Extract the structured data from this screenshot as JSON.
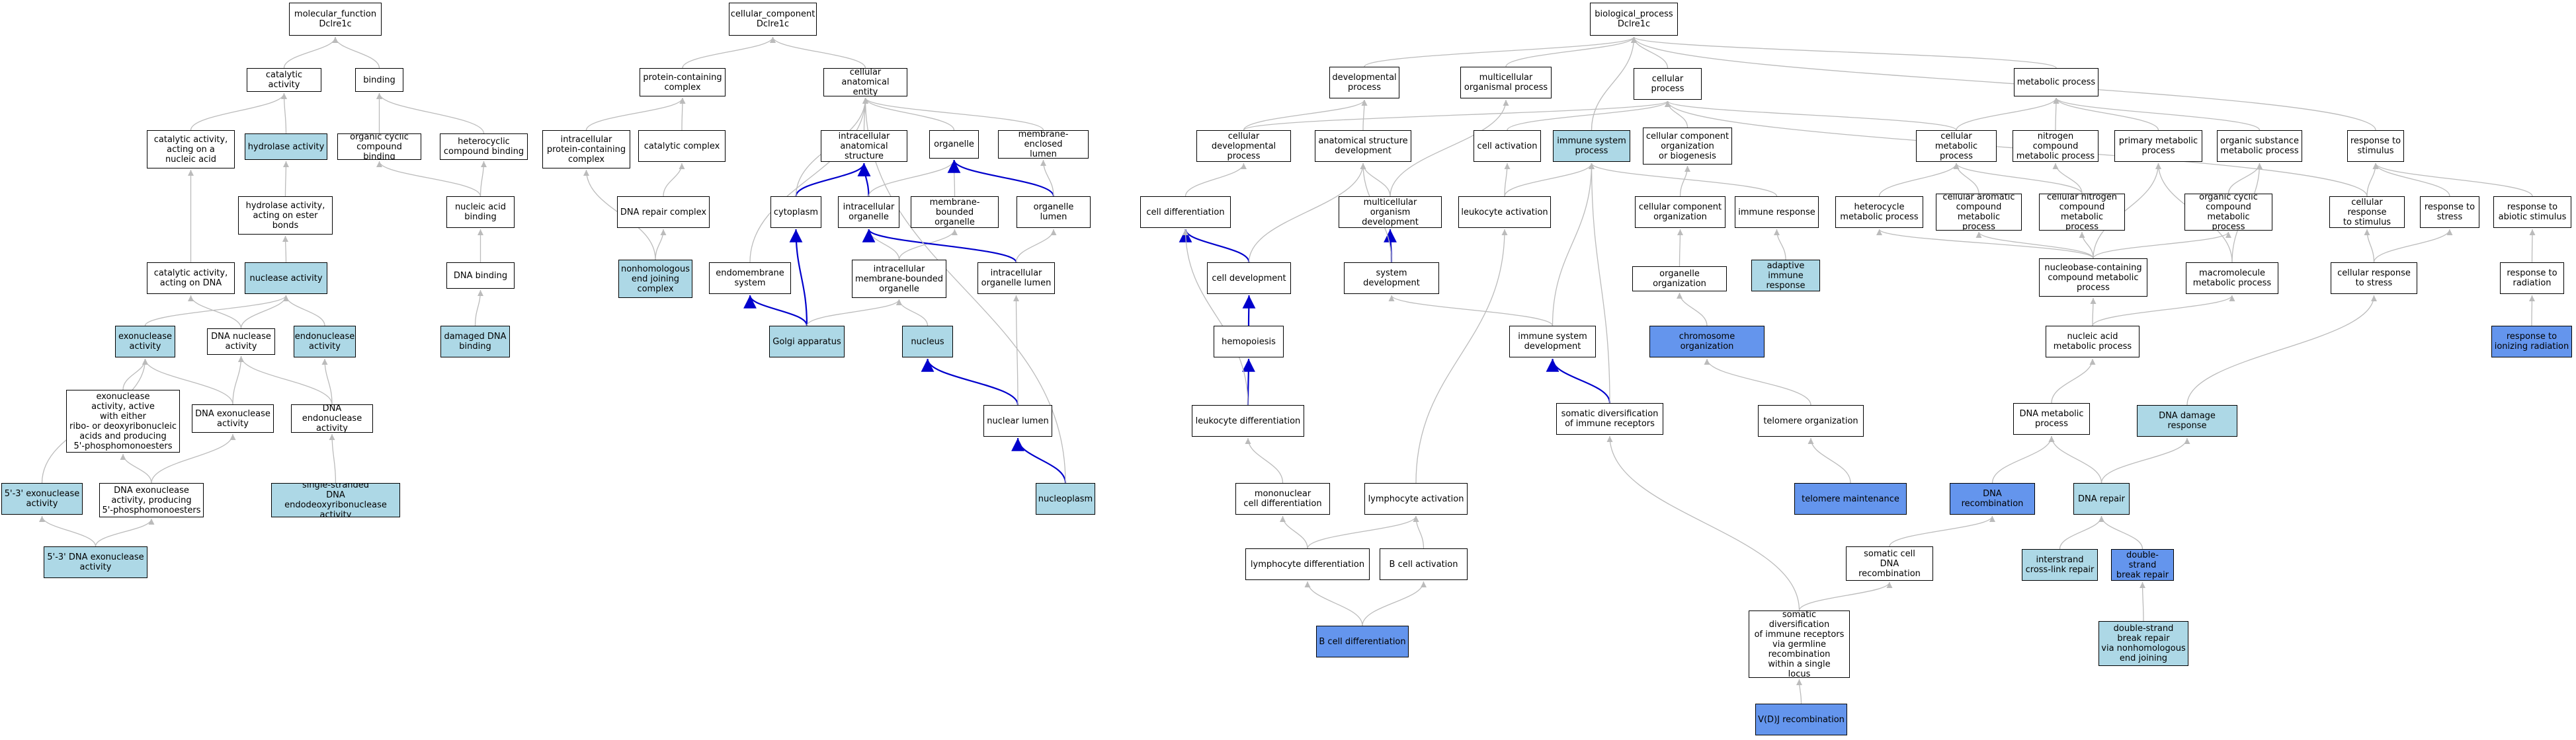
{
  "colors": {
    "default": "#ffffff",
    "light": "#add8e6",
    "dark": "#6495ed",
    "edge_gray": "#bbbbbb",
    "edge_blue": "#0000cc"
  },
  "nodes": [
    {
      "id": "mf",
      "label": "molecular_function\nDclre1c",
      "fill": "default"
    },
    {
      "id": "cat",
      "label": "catalytic activity",
      "fill": "default"
    },
    {
      "id": "binding",
      "label": "binding",
      "fill": "default"
    },
    {
      "id": "catna",
      "label": "catalytic activity,\nacting on a\nnucleic acid",
      "fill": "default"
    },
    {
      "id": "hyd",
      "label": "hydrolase activity",
      "fill": "light"
    },
    {
      "id": "ocb",
      "label": "organic cyclic\ncompound binding",
      "fill": "default"
    },
    {
      "id": "hcb",
      "label": "heterocyclic\ncompound binding",
      "fill": "default"
    },
    {
      "id": "hydester",
      "label": "hydrolase activity,\nacting on ester\nbonds",
      "fill": "default"
    },
    {
      "id": "nab",
      "label": "nucleic acid\nbinding",
      "fill": "default"
    },
    {
      "id": "catdna",
      "label": "catalytic activity,\nacting on DNA",
      "fill": "default"
    },
    {
      "id": "nuclease",
      "label": "nuclease activity",
      "fill": "light"
    },
    {
      "id": "dnab",
      "label": "DNA binding",
      "fill": "default"
    },
    {
      "id": "exo",
      "label": "exonuclease\nactivity",
      "fill": "light"
    },
    {
      "id": "dnanuc",
      "label": "DNA nuclease\nactivity",
      "fill": "default"
    },
    {
      "id": "endo",
      "label": "endonuclease\nactivity",
      "fill": "light"
    },
    {
      "id": "damdna",
      "label": "damaged DNA\nbinding",
      "fill": "light"
    },
    {
      "id": "exoribo",
      "label": "exonuclease\nactivity, active\nwith either\nribo- or deoxyribonucleic\nacids and producing\n5'-phosphomonoesters",
      "fill": "default"
    },
    {
      "id": "dnaexo",
      "label": "DNA exonuclease\nactivity",
      "fill": "default"
    },
    {
      "id": "dnaendo",
      "label": "DNA endonuclease\nactivity",
      "fill": "default"
    },
    {
      "id": "exo53",
      "label": "5'-3' exonuclease\nactivity",
      "fill": "light"
    },
    {
      "id": "dnaexo5p",
      "label": "DNA exonuclease\nactivity, producing\n5'-phosphomonoesters",
      "fill": "default"
    },
    {
      "id": "ssendo",
      "label": "single-stranded\nDNA endodeoxyribonuclease\nactivity",
      "fill": "light"
    },
    {
      "id": "dnaexo53",
      "label": "5'-3' DNA exonuclease\nactivity",
      "fill": "light"
    },
    {
      "id": "cc",
      "label": "cellular_component\nDclre1c",
      "fill": "default"
    },
    {
      "id": "pcc",
      "label": "protein-containing\ncomplex",
      "fill": "default"
    },
    {
      "id": "cae",
      "label": "cellular anatomical\nentity",
      "fill": "default"
    },
    {
      "id": "ipcc",
      "label": "intracellular\nprotein-containing\ncomplex",
      "fill": "default"
    },
    {
      "id": "catcomp",
      "label": "catalytic complex",
      "fill": "default"
    },
    {
      "id": "ias",
      "label": "intracellular\nanatomical structure",
      "fill": "default"
    },
    {
      "id": "organelle",
      "label": "organelle",
      "fill": "default"
    },
    {
      "id": "memencl",
      "label": "membrane-enclosed\nlumen",
      "fill": "default"
    },
    {
      "id": "dnarc",
      "label": "DNA repair complex",
      "fill": "default"
    },
    {
      "id": "cytoplasm",
      "label": "cytoplasm",
      "fill": "default"
    },
    {
      "id": "intorg",
      "label": "intracellular\norganelle",
      "fill": "default"
    },
    {
      "id": "mbo",
      "label": "membrane-bounded\norganelle",
      "fill": "default"
    },
    {
      "id": "orglumen",
      "label": "organelle lumen",
      "fill": "default"
    },
    {
      "id": "nhej",
      "label": "nonhomologous\nend joining\ncomplex",
      "fill": "light"
    },
    {
      "id": "endosys",
      "label": "endomembrane\nsystem",
      "fill": "default"
    },
    {
      "id": "imbo",
      "label": "intracellular\nmembrane-bounded\norganelle",
      "fill": "default"
    },
    {
      "id": "iol",
      "label": "intracellular\norganelle lumen",
      "fill": "default"
    },
    {
      "id": "golgi",
      "label": "Golgi apparatus",
      "fill": "light"
    },
    {
      "id": "nucleus",
      "label": "nucleus",
      "fill": "light"
    },
    {
      "id": "nuclumen",
      "label": "nuclear lumen",
      "fill": "default"
    },
    {
      "id": "nucleoplasm",
      "label": "nucleoplasm",
      "fill": "light"
    },
    {
      "id": "bp",
      "label": "biological_process\nDclre1c",
      "fill": "default"
    },
    {
      "id": "devproc",
      "label": "developmental\nprocess",
      "fill": "default"
    },
    {
      "id": "mop",
      "label": "multicellular\norganismal process",
      "fill": "default"
    },
    {
      "id": "cellproc",
      "label": "cellular process",
      "fill": "default"
    },
    {
      "id": "metproc",
      "label": "metabolic process",
      "fill": "default"
    },
    {
      "id": "celldev",
      "label": "cellular developmental\nprocess",
      "fill": "default"
    },
    {
      "id": "asd",
      "label": "anatomical structure\ndevelopment",
      "fill": "default"
    },
    {
      "id": "cellact",
      "label": "cell activation",
      "fill": "default"
    },
    {
      "id": "isp",
      "label": "immune system\nprocess",
      "fill": "light"
    },
    {
      "id": "ccob",
      "label": "cellular component\norganization\nor biogenesis",
      "fill": "default"
    },
    {
      "id": "cmp",
      "label": "cellular metabolic\nprocess",
      "fill": "default"
    },
    {
      "id": "ncmp",
      "label": "nitrogen compound\nmetabolic process",
      "fill": "default"
    },
    {
      "id": "pmp",
      "label": "primary metabolic\nprocess",
      "fill": "default"
    },
    {
      "id": "osmp",
      "label": "organic substance\nmetabolic process",
      "fill": "default"
    },
    {
      "id": "rts",
      "label": "response to\nstimulus",
      "fill": "default"
    },
    {
      "id": "celldiff",
      "label": "cell differentiation",
      "fill": "default"
    },
    {
      "id": "mod",
      "label": "multicellular\norganism development",
      "fill": "default"
    },
    {
      "id": "leukact",
      "label": "leukocyte activation",
      "fill": "default"
    },
    {
      "id": "cco",
      "label": "cellular component\norganization",
      "fill": "default"
    },
    {
      "id": "immresp",
      "label": "immune response",
      "fill": "default"
    },
    {
      "id": "hmp",
      "label": "heterocycle\nmetabolic process",
      "fill": "default"
    },
    {
      "id": "cacmp",
      "label": "cellular aromatic\ncompound metabolic\nprocess",
      "fill": "default"
    },
    {
      "id": "cncmp",
      "label": "cellular nitrogen\ncompound metabolic\nprocess",
      "fill": "default"
    },
    {
      "id": "occmp",
      "label": "organic cyclic\ncompound metabolic\nprocess",
      "fill": "default"
    },
    {
      "id": "crs",
      "label": "cellular response\nto stimulus",
      "fill": "default"
    },
    {
      "id": "rtstress",
      "label": "response to\nstress",
      "fill": "default"
    },
    {
      "id": "ras",
      "label": "response to\nabiotic stimulus",
      "fill": "default"
    },
    {
      "id": "celldevel",
      "label": "cell development",
      "fill": "default"
    },
    {
      "id": "sysdev",
      "label": "system development",
      "fill": "default"
    },
    {
      "id": "orgorg",
      "label": "organelle organization",
      "fill": "default"
    },
    {
      "id": "air",
      "label": "adaptive immune\nresponse",
      "fill": "light"
    },
    {
      "id": "nbcmp",
      "label": "nucleobase-containing\ncompound metabolic\nprocess",
      "fill": "default"
    },
    {
      "id": "mmp",
      "label": "macromolecule\nmetabolic process",
      "fill": "default"
    },
    {
      "id": "crts",
      "label": "cellular response\nto stress",
      "fill": "default"
    },
    {
      "id": "rtrad",
      "label": "response to\nradiation",
      "fill": "default"
    },
    {
      "id": "hemato",
      "label": "hemopoiesis",
      "fill": "default"
    },
    {
      "id": "isd",
      "label": "immune system\ndevelopment",
      "fill": "default"
    },
    {
      "id": "chromorg",
      "label": "chromosome organization",
      "fill": "dark"
    },
    {
      "id": "namp",
      "label": "nucleic acid\nmetabolic process",
      "fill": "default"
    },
    {
      "id": "rtir",
      "label": "response to\nionizing radiation",
      "fill": "dark"
    },
    {
      "id": "leukdiff",
      "label": "leukocyte differentiation",
      "fill": "default"
    },
    {
      "id": "sdir",
      "label": "somatic diversification\nof immune receptors",
      "fill": "default"
    },
    {
      "id": "telorg",
      "label": "telomere organization",
      "fill": "default"
    },
    {
      "id": "dnamp",
      "label": "DNA metabolic\nprocess",
      "fill": "default"
    },
    {
      "id": "ddr",
      "label": "DNA damage response",
      "fill": "light"
    },
    {
      "id": "mcd",
      "label": "mononuclear\ncell differentiation",
      "fill": "default"
    },
    {
      "id": "lymphact",
      "label": "lymphocyte activation",
      "fill": "default"
    },
    {
      "id": "telmaint",
      "label": "telomere maintenance",
      "fill": "dark"
    },
    {
      "id": "dnarecomb",
      "label": "DNA recombination",
      "fill": "dark"
    },
    {
      "id": "dnarepair",
      "label": "DNA repair",
      "fill": "light"
    },
    {
      "id": "lymphdiff",
      "label": "lymphocyte differentiation",
      "fill": "default"
    },
    {
      "id": "bcellact",
      "label": "B cell activation",
      "fill": "default"
    },
    {
      "id": "scdr",
      "label": "somatic cell\nDNA recombination",
      "fill": "default"
    },
    {
      "id": "icl",
      "label": "interstrand\ncross-link repair",
      "fill": "light"
    },
    {
      "id": "dsb",
      "label": "double-strand\nbreak repair",
      "fill": "dark"
    },
    {
      "id": "bcelldiff",
      "label": "B cell differentiation",
      "fill": "dark"
    },
    {
      "id": "dsbnhej",
      "label": "double-strand\nbreak repair\nvia nonhomologous\nend joining",
      "fill": "light"
    },
    {
      "id": "sdirgerm",
      "label": "somatic diversification\nof immune receptors\nvia germline\nrecombination\nwithin a single\nlocus",
      "fill": "default"
    },
    {
      "id": "vdj",
      "label": "V(D)J recombination",
      "fill": "dark"
    }
  ],
  "edges": [
    [
      "cat",
      "mf",
      "gray"
    ],
    [
      "binding",
      "mf",
      "gray"
    ],
    [
      "catna",
      "cat",
      "gray"
    ],
    [
      "hyd",
      "cat",
      "gray"
    ],
    [
      "ocb",
      "binding",
      "gray"
    ],
    [
      "hcb",
      "binding",
      "gray"
    ],
    [
      "hydester",
      "hyd",
      "gray"
    ],
    [
      "nab",
      "ocb",
      "gray"
    ],
    [
      "nab",
      "hcb",
      "gray"
    ],
    [
      "catdna",
      "catna",
      "gray"
    ],
    [
      "nuclease",
      "hydester",
      "gray"
    ],
    [
      "dnab",
      "nab",
      "gray"
    ],
    [
      "exo",
      "nuclease",
      "gray"
    ],
    [
      "dnanuc",
      "nuclease",
      "gray"
    ],
    [
      "dnanuc",
      "catdna",
      "gray"
    ],
    [
      "endo",
      "nuclease",
      "gray"
    ],
    [
      "damdna",
      "dnab",
      "gray"
    ],
    [
      "exoribo",
      "exo",
      "gray"
    ],
    [
      "dnaexo",
      "dnanuc",
      "gray"
    ],
    [
      "dnaexo",
      "exo",
      "gray"
    ],
    [
      "dnaendo",
      "dnanuc",
      "gray"
    ],
    [
      "dnaendo",
      "endo",
      "gray"
    ],
    [
      "exo53",
      "exo",
      "gray"
    ],
    [
      "dnaexo5p",
      "exoribo",
      "gray"
    ],
    [
      "dnaexo5p",
      "dnaexo",
      "gray"
    ],
    [
      "ssendo",
      "dnaendo",
      "gray"
    ],
    [
      "dnaexo53",
      "exo53",
      "gray"
    ],
    [
      "dnaexo53",
      "dnaexo5p",
      "gray"
    ],
    [
      "pcc",
      "cc",
      "gray"
    ],
    [
      "cae",
      "cc",
      "gray"
    ],
    [
      "ipcc",
      "pcc",
      "gray"
    ],
    [
      "catcomp",
      "pcc",
      "gray"
    ],
    [
      "ias",
      "cae",
      "gray"
    ],
    [
      "organelle",
      "cae",
      "gray"
    ],
    [
      "memencl",
      "cae",
      "gray"
    ],
    [
      "dnarc",
      "catcomp",
      "gray"
    ],
    [
      "cytoplasm",
      "ias",
      "blue"
    ],
    [
      "cytoplasm",
      "cae",
      "gray"
    ],
    [
      "intorg",
      "ias",
      "blue"
    ],
    [
      "intorg",
      "organelle",
      "gray"
    ],
    [
      "mbo",
      "organelle",
      "gray"
    ],
    [
      "orglumen",
      "organelle",
      "blue"
    ],
    [
      "orglumen",
      "memencl",
      "gray"
    ],
    [
      "nhej",
      "ipcc",
      "gray"
    ],
    [
      "nhej",
      "dnarc",
      "gray"
    ],
    [
      "endosys",
      "cae",
      "gray"
    ],
    [
      "imbo",
      "intorg",
      "gray"
    ],
    [
      "imbo",
      "mbo",
      "gray"
    ],
    [
      "iol",
      "intorg",
      "blue"
    ],
    [
      "iol",
      "orglumen",
      "gray"
    ],
    [
      "golgi",
      "cytoplasm",
      "blue"
    ],
    [
      "golgi",
      "endosys",
      "blue"
    ],
    [
      "golgi",
      "imbo",
      "gray"
    ],
    [
      "nucleus",
      "imbo",
      "gray"
    ],
    [
      "nuclumen",
      "nucleus",
      "blue"
    ],
    [
      "nuclumen",
      "iol",
      "gray"
    ],
    [
      "nucleoplasm",
      "nuclumen",
      "blue"
    ],
    [
      "nucleoplasm",
      "cae",
      "gray"
    ],
    [
      "devproc",
      "bp",
      "gray"
    ],
    [
      "mop",
      "bp",
      "gray"
    ],
    [
      "cellproc",
      "bp",
      "gray"
    ],
    [
      "metproc",
      "bp",
      "gray"
    ],
    [
      "isp",
      "bp",
      "gray"
    ],
    [
      "rts",
      "bp",
      "gray"
    ],
    [
      "celldev",
      "devproc",
      "gray"
    ],
    [
      "celldev",
      "cellproc",
      "gray"
    ],
    [
      "asd",
      "devproc",
      "gray"
    ],
    [
      "cellact",
      "cellproc",
      "gray"
    ],
    [
      "ccob",
      "cellproc",
      "gray"
    ],
    [
      "cmp",
      "cellproc",
      "gray"
    ],
    [
      "cmp",
      "metproc",
      "gray"
    ],
    [
      "ncmp",
      "metproc",
      "gray"
    ],
    [
      "pmp",
      "metproc",
      "gray"
    ],
    [
      "osmp",
      "metproc",
      "gray"
    ],
    [
      "celldiff",
      "celldev",
      "gray"
    ],
    [
      "mod",
      "asd",
      "gray"
    ],
    [
      "mod",
      "mop",
      "gray"
    ],
    [
      "leukact",
      "cellact",
      "gray"
    ],
    [
      "leukact",
      "isp",
      "gray"
    ],
    [
      "cco",
      "ccob",
      "gray"
    ],
    [
      "immresp",
      "isp",
      "gray"
    ],
    [
      "hmp",
      "cmp",
      "gray"
    ],
    [
      "cacmp",
      "cmp",
      "gray"
    ],
    [
      "cncmp",
      "cmp",
      "gray"
    ],
    [
      "cncmp",
      "ncmp",
      "gray"
    ],
    [
      "occmp",
      "osmp",
      "gray"
    ],
    [
      "crs",
      "rts",
      "gray"
    ],
    [
      "crs",
      "cellproc",
      "gray"
    ],
    [
      "rtstress",
      "rts",
      "gray"
    ],
    [
      "ras",
      "rts",
      "gray"
    ],
    [
      "celldevel",
      "celldiff",
      "blue"
    ],
    [
      "celldevel",
      "asd",
      "gray"
    ],
    [
      "sysdev",
      "mod",
      "blue"
    ],
    [
      "sysdev",
      "asd",
      "gray"
    ],
    [
      "orgorg",
      "cco",
      "gray"
    ],
    [
      "air",
      "immresp",
      "gray"
    ],
    [
      "nbcmp",
      "hmp",
      "gray"
    ],
    [
      "nbcmp",
      "cacmp",
      "gray"
    ],
    [
      "nbcmp",
      "cncmp",
      "gray"
    ],
    [
      "nbcmp",
      "occmp",
      "gray"
    ],
    [
      "nbcmp",
      "pmp",
      "gray"
    ],
    [
      "mmp",
      "osmp",
      "gray"
    ],
    [
      "mmp",
      "pmp",
      "gray"
    ],
    [
      "crts",
      "crs",
      "gray"
    ],
    [
      "crts",
      "rtstress",
      "gray"
    ],
    [
      "rtrad",
      "ras",
      "gray"
    ],
    [
      "hemato",
      "celldevel",
      "blue"
    ],
    [
      "isd",
      "sysdev",
      "gray"
    ],
    [
      "isd",
      "isp",
      "gray"
    ],
    [
      "chromorg",
      "orgorg",
      "gray"
    ],
    [
      "namp",
      "nbcmp",
      "gray"
    ],
    [
      "namp",
      "mmp",
      "gray"
    ],
    [
      "rtir",
      "rtrad",
      "gray"
    ],
    [
      "leukdiff",
      "hemato",
      "blue"
    ],
    [
      "leukdiff",
      "celldiff",
      "gray"
    ],
    [
      "sdir",
      "isd",
      "blue"
    ],
    [
      "sdir",
      "isp",
      "gray"
    ],
    [
      "telorg",
      "chromorg",
      "gray"
    ],
    [
      "dnamp",
      "namp",
      "gray"
    ],
    [
      "ddr",
      "crts",
      "gray"
    ],
    [
      "mcd",
      "leukdiff",
      "gray"
    ],
    [
      "lymphact",
      "leukact",
      "gray"
    ],
    [
      "telmaint",
      "telorg",
      "gray"
    ],
    [
      "dnarecomb",
      "dnamp",
      "gray"
    ],
    [
      "dnarepair",
      "dnamp",
      "gray"
    ],
    [
      "dnarepair",
      "ddr",
      "gray"
    ],
    [
      "lymphdiff",
      "mcd",
      "gray"
    ],
    [
      "lymphdiff",
      "lymphact",
      "gray"
    ],
    [
      "bcellact",
      "lymphact",
      "gray"
    ],
    [
      "scdr",
      "dnarecomb",
      "gray"
    ],
    [
      "icl",
      "dnarepair",
      "gray"
    ],
    [
      "dsb",
      "dnarepair",
      "gray"
    ],
    [
      "bcelldiff",
      "lymphdiff",
      "gray"
    ],
    [
      "bcelldiff",
      "bcellact",
      "gray"
    ],
    [
      "dsbnhej",
      "dsb",
      "gray"
    ],
    [
      "sdirgerm",
      "scdr",
      "gray"
    ],
    [
      "sdirgerm",
      "sdir",
      "gray"
    ],
    [
      "vdj",
      "sdirgerm",
      "gray"
    ]
  ]
}
